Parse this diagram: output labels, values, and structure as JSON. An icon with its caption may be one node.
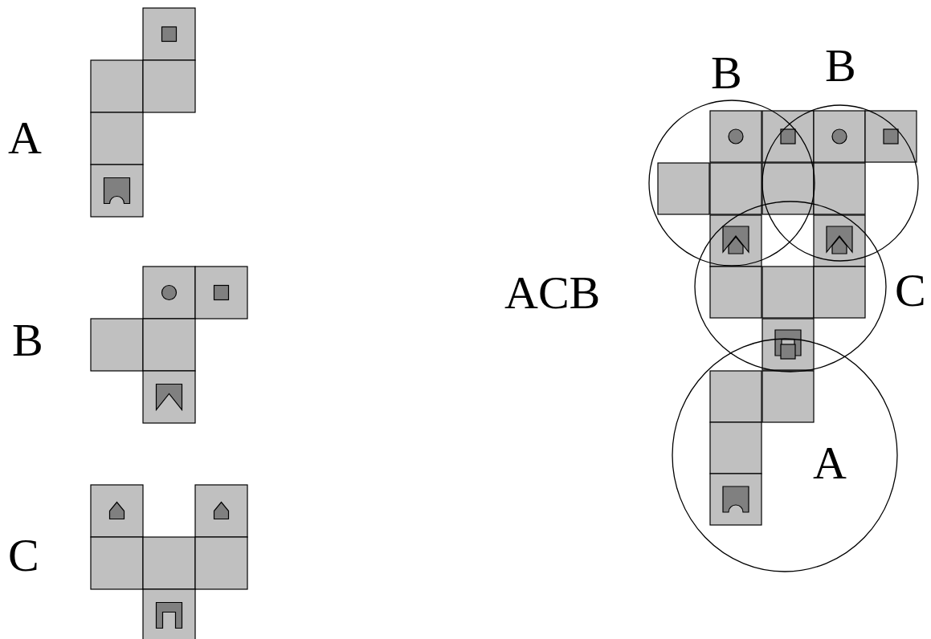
{
  "diagram": {
    "labels": [
      "A",
      "B",
      "C",
      "ACB",
      "B",
      "B",
      "C",
      "A"
    ]
  }
}
